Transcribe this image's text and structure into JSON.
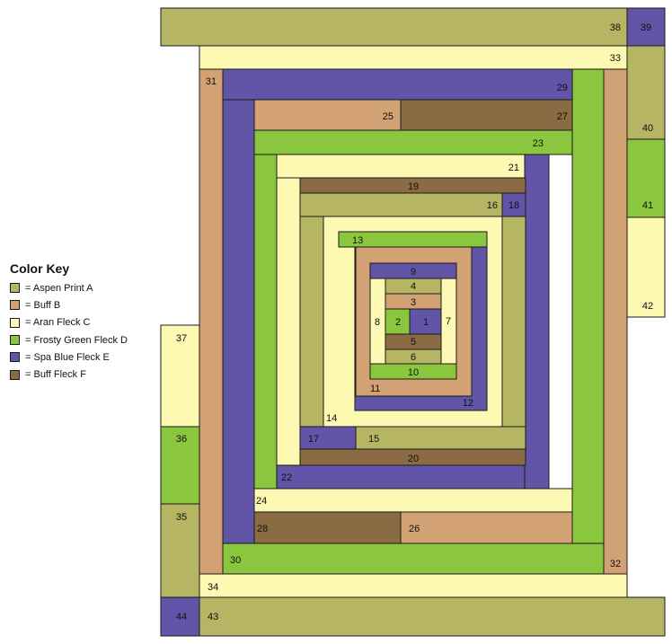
{
  "colors": {
    "A": "#b5b563",
    "B": "#d2a274",
    "C": "#fdf9b2",
    "D": "#8bc63f",
    "E": "#6254a6",
    "F": "#8b6b44"
  },
  "legend": {
    "title": "Color Key",
    "items": [
      {
        "code": "A",
        "label": "= Aspen Print A"
      },
      {
        "code": "B",
        "label": "= Buff B"
      },
      {
        "code": "C",
        "label": "= Aran Fleck C"
      },
      {
        "code": "D",
        "label": "= Frosty Green Fleck D"
      },
      {
        "code": "E",
        "label": "= Spa Blue Fleck E"
      },
      {
        "code": "F",
        "label": "= Buff Fleck F"
      }
    ]
  },
  "pieces": [
    {
      "num": "1",
      "color": "E"
    },
    {
      "num": "2",
      "color": "D"
    },
    {
      "num": "3",
      "color": "B"
    },
    {
      "num": "4",
      "color": "A"
    },
    {
      "num": "5",
      "color": "F"
    },
    {
      "num": "6",
      "color": "A"
    },
    {
      "num": "7",
      "color": "C"
    },
    {
      "num": "8",
      "color": "C"
    },
    {
      "num": "9",
      "color": "E"
    },
    {
      "num": "10",
      "color": "D"
    },
    {
      "num": "11",
      "color": "B"
    },
    {
      "num": "12",
      "color": "E"
    },
    {
      "num": "13",
      "color": "D"
    },
    {
      "num": "14",
      "color": "C"
    },
    {
      "num": "15",
      "color": "A"
    },
    {
      "num": "16",
      "color": "A"
    },
    {
      "num": "17",
      "color": "E"
    },
    {
      "num": "18",
      "color": "E"
    },
    {
      "num": "19",
      "color": "F"
    },
    {
      "num": "20",
      "color": "F"
    },
    {
      "num": "21",
      "color": "C"
    },
    {
      "num": "22",
      "color": "E"
    },
    {
      "num": "23",
      "color": "D"
    },
    {
      "num": "24",
      "color": "C"
    },
    {
      "num": "25",
      "color": "B"
    },
    {
      "num": "26",
      "color": "B"
    },
    {
      "num": "27",
      "color": "F"
    },
    {
      "num": "28",
      "color": "F"
    },
    {
      "num": "29",
      "color": "E"
    },
    {
      "num": "30",
      "color": "D"
    },
    {
      "num": "31",
      "color": "B"
    },
    {
      "num": "32",
      "color": "B"
    },
    {
      "num": "33",
      "color": "C"
    },
    {
      "num": "34",
      "color": "C"
    },
    {
      "num": "35",
      "color": "A"
    },
    {
      "num": "36",
      "color": "D"
    },
    {
      "num": "37",
      "color": "C"
    },
    {
      "num": "38",
      "color": "A"
    },
    {
      "num": "39",
      "color": "E"
    },
    {
      "num": "40",
      "color": "A"
    },
    {
      "num": "41",
      "color": "D"
    },
    {
      "num": "42",
      "color": "C"
    },
    {
      "num": "43",
      "color": "A"
    },
    {
      "num": "44",
      "color": "E"
    }
  ]
}
